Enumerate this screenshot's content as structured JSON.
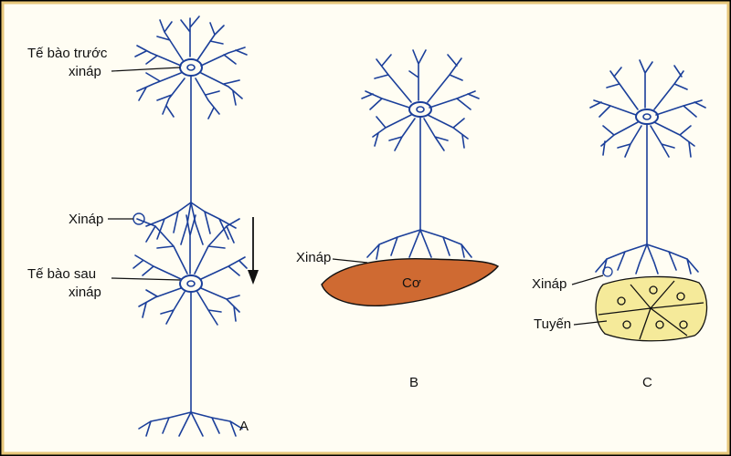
{
  "colors": {
    "background": "#fffdf3",
    "border": "#e7c77a",
    "neuron": "#1b3f9a",
    "muscle": "#cf6a32",
    "gland": "#f5ea9a",
    "text": "#111111"
  },
  "panel_a": {
    "label_presynaptic_line1": "Tế bào trước",
    "label_presynaptic_line2": "xináp",
    "label_synapse": "Xináp",
    "label_postsynaptic_line1": "Tế bào sau",
    "label_postsynaptic_line2": "xináp",
    "panel_letter": "A"
  },
  "panel_b": {
    "label_synapse": "Xináp",
    "label_muscle": "Cơ",
    "panel_letter": "B"
  },
  "panel_c": {
    "label_synapse": "Xináp",
    "label_gland": "Tuyến",
    "panel_letter": "C"
  },
  "icons": [
    "signal-direction-arrow-icon"
  ]
}
